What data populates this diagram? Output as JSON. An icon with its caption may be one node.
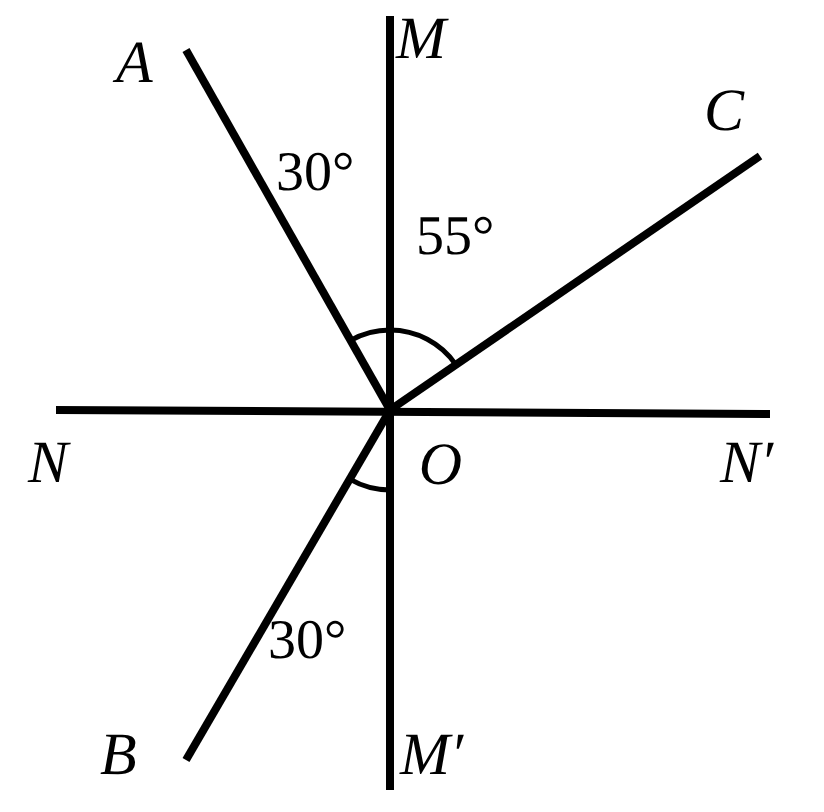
{
  "diagram": {
    "nodes": [
      {
        "text": [
          "A"
        ]
      },
      {
        "text": [
          "M"
        ]
      },
      {
        "text": [
          "C"
        ]
      },
      {
        "text": [
          "N"
        ]
      },
      {
        "text": [
          "O"
        ]
      },
      {
        "text": [
          "N′"
        ]
      },
      {
        "text": [
          "B"
        ]
      },
      {
        "text": [
          "M′"
        ]
      }
    ],
    "edges": [
      {
        "from": 1,
        "to": 7,
        "arrow": "none"
      },
      {
        "from": 3,
        "to": 5,
        "arrow": "none"
      },
      {
        "from": 4,
        "to": 0,
        "arrow": "none"
      },
      {
        "from": 4,
        "to": 2,
        "arrow": "none"
      },
      {
        "from": 4,
        "to": 6,
        "arrow": "none"
      }
    ],
    "labels": [
      "30°",
      "55°",
      "30°"
    ]
  }
}
